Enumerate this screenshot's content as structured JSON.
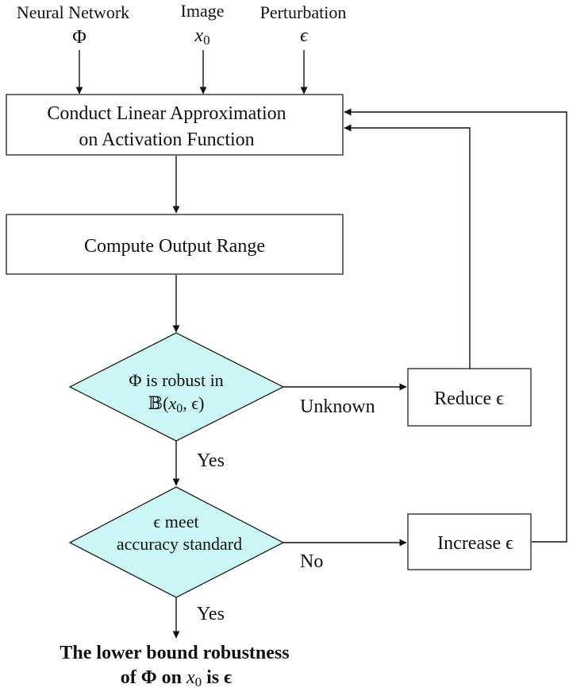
{
  "inputs": {
    "network_label": "Neural Network",
    "network_symbol": "Φ",
    "image_label": "Image",
    "image_symbol": "x",
    "image_subscript": "0",
    "perturbation_label": "Perturbation",
    "perturbation_symbol": "ϵ"
  },
  "steps": {
    "approx_line1": "Conduct Linear Approximation",
    "approx_line2": "on Activation Function",
    "compute": "Compute Output Range",
    "robust_line1": "Φ is robust in",
    "robust_ball": "𝔹(",
    "robust_x": "x",
    "robust_sub": "0",
    "robust_rest": ", ϵ)",
    "accuracy_line1": "ϵ meet",
    "accuracy_line2": "accuracy standard",
    "reduce": "Reduce ϵ",
    "increase": "Increase ϵ"
  },
  "edges": {
    "unknown": "Unknown",
    "no": "No",
    "yes1": "Yes",
    "yes2": "Yes"
  },
  "result": {
    "line1": "The lower bound robustness",
    "line2_prefix": "of Φ on ",
    "line2_x": "x",
    "line2_sub": "0",
    "line2_suffix": " is ϵ"
  },
  "colors": {
    "decision_fill": "#ccf6f6",
    "stroke": "#222222"
  }
}
